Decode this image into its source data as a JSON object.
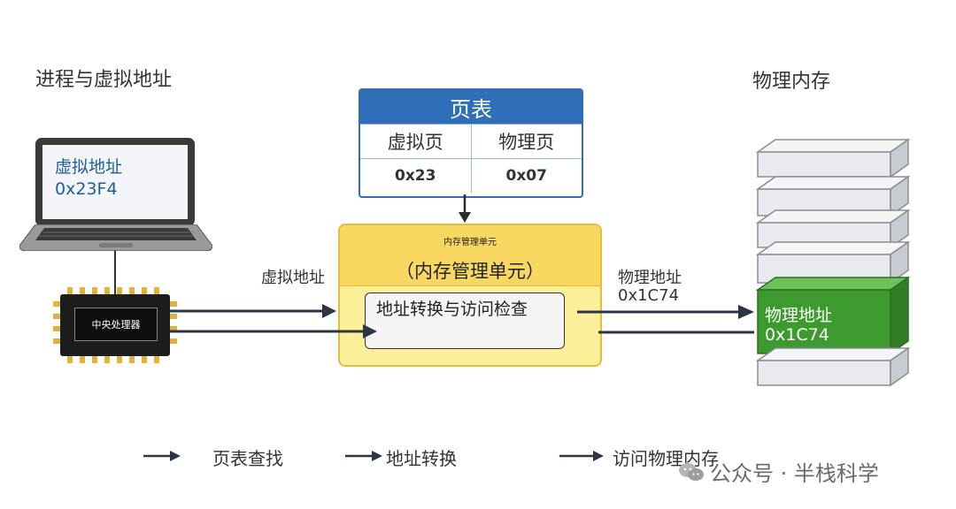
{
  "left_title": "进程与虚拟地址",
  "right_title": "物理内存",
  "laptop": {
    "line1": "虚拟地址",
    "line2": "0x23F4"
  },
  "cpu_label": "中央处理器",
  "page_table": {
    "title": "页表",
    "col_virtual": "虚拟页",
    "col_physical": "物理页",
    "virtual_value": "0x23",
    "physical_value": "0x07"
  },
  "mmu": {
    "small_label": "内存管理单元",
    "main_label": "（内存管理单元）",
    "inner_text": "地址转换与访问检查"
  },
  "arrow_label_virtual": "虚拟地址",
  "arrow_label_physical_1": "物理地址",
  "arrow_label_physical_2": "0x1C74",
  "memory_highlight": {
    "line1": "物理地址",
    "line2": "0x1C74"
  },
  "legend": [
    {
      "label": "页表查找"
    },
    {
      "label": "地址转换"
    },
    {
      "label": "访问物理内存"
    }
  ],
  "watermark": "公众号 · 半栈科学",
  "colors": {
    "page_table": "#2e6fb8",
    "mmu": "#f8d860",
    "memory_block": "#e8eaee",
    "memory_highlight": "#3c9a2e"
  }
}
